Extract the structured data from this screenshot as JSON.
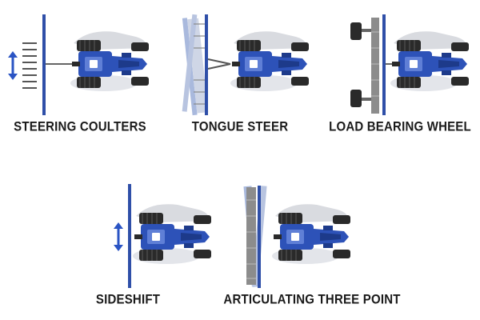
{
  "labels": {
    "steering_coulters": "STEERING COULTERS",
    "tongue_steer": "TONGUE STEER",
    "load_bearing_wheel": "LOAD BEARING WHEEL",
    "sideshift": "SIDESHIFT",
    "articulating_three_point": "ARTICULATING THREE POINT"
  },
  "colors": {
    "tractor_body": "#2d52b8",
    "tractor_dark": "#1d3a8a",
    "tire": "#2a2a2a",
    "shadow": "#d9dbe0",
    "implement_bar": "#2f4fa8",
    "implement_ghost": "#a9b9dd",
    "arrow": "#2a54c4",
    "caption": "#1a1a1a"
  },
  "icons": [
    "tractor-icon",
    "double-arrow-icon",
    "toolbar-icon",
    "wheel-icon"
  ]
}
